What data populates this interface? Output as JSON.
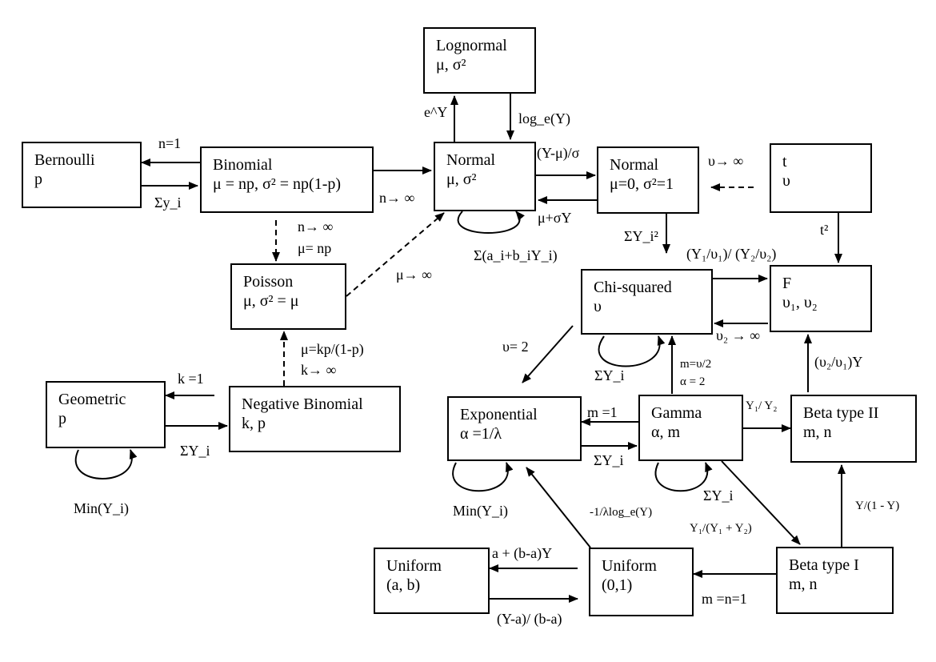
{
  "nodes": {
    "lognormal": {
      "name": "Lognormal",
      "params": "μ, σ²"
    },
    "bernoulli": {
      "name": "Bernoulli",
      "params": "p"
    },
    "binomial": {
      "name": "Binomial",
      "params": "μ = np, σ² = np(1-p)"
    },
    "normal": {
      "name": "Normal",
      "params": "μ, σ²"
    },
    "std_normal": {
      "name": "Normal",
      "params": "μ=0, σ²=1"
    },
    "t": {
      "name": "t",
      "params": "υ"
    },
    "poisson": {
      "name": "Poisson",
      "params": "μ, σ² = μ"
    },
    "chi_squared": {
      "name": "Chi-squared",
      "params": "υ"
    },
    "f": {
      "name": "F",
      "params": "υ₁, υ₂"
    },
    "geometric": {
      "name": "Geometric",
      "params": "p"
    },
    "negative_binomial": {
      "name": "Negative Binomial",
      "params": "k, p"
    },
    "exponential": {
      "name": "Exponential",
      "params": "α =1/λ"
    },
    "gamma": {
      "name": "Gamma",
      "params": "α, m"
    },
    "beta_ii": {
      "name": "Beta type II",
      "params": "m, n"
    },
    "uniform_ab": {
      "name": "Uniform",
      "params": "(a, b)"
    },
    "uniform_01": {
      "name": "Uniform",
      "params": "(0,1)"
    },
    "beta_i": {
      "name": "Beta type I",
      "params": "m, n"
    }
  },
  "edges": {
    "normal_to_lognormal": "e^Y",
    "lognormal_to_normal": "log_e(Y)",
    "binomial_to_bernoulli": "n=1",
    "bernoulli_to_binomial": "Σy_i",
    "binomial_to_normal": "n→ ∞",
    "normal_to_std_normal": "(Y-μ)/σ",
    "std_normal_to_normal": "μ+σY",
    "t_to_std_normal": "υ→ ∞",
    "binomial_to_poisson_1": "n→ ∞",
    "binomial_to_poisson_2": "μ= np",
    "normal_self": "Σ(a_i+b_iY_i)",
    "poisson_to_normal": "μ→ ∞",
    "std_normal_to_chi": "ΣY_i²",
    "t_to_f": "t²",
    "chi_to_f": "(Y₁/υ₁)/ (Y₂/υ₂)",
    "f_to_chi": "υ₂ → ∞",
    "negbin_to_poisson_1": "μ=kp/(1-p)",
    "negbin_to_poisson_2": "k→ ∞",
    "chi_to_exponential": "υ= 2",
    "chi_self": "ΣY_i",
    "gamma_to_chi_1": "m=υ/2",
    "gamma_to_chi_2": "α = 2",
    "beta_ii_to_f": "(υ₂/υ₁)Y",
    "negbin_to_geometric": "k =1",
    "geometric_to_negbin": "ΣY_i",
    "geometric_self": "Min(Y_i)",
    "gamma_to_exponential": "m =1",
    "exponential_to_gamma": "ΣY_i",
    "gamma_to_beta_ii": "Y₁/ Y₂",
    "exponential_self": "Min(Y_i)",
    "uniform_to_exponential": "-1/λlog_e(Y)",
    "gamma_self": "ΣY_i",
    "beta_i_to_beta_ii": "Y/(1 - Y)",
    "gamma_to_beta_i": "Y₁/(Y₁ + Y₂)",
    "uniform01_to_uniformab": "a + (b-a)Y",
    "uniformab_to_uniform01": "(Y-a)/ (b-a)",
    "beta_i_to_uniform": "m =n=1"
  }
}
